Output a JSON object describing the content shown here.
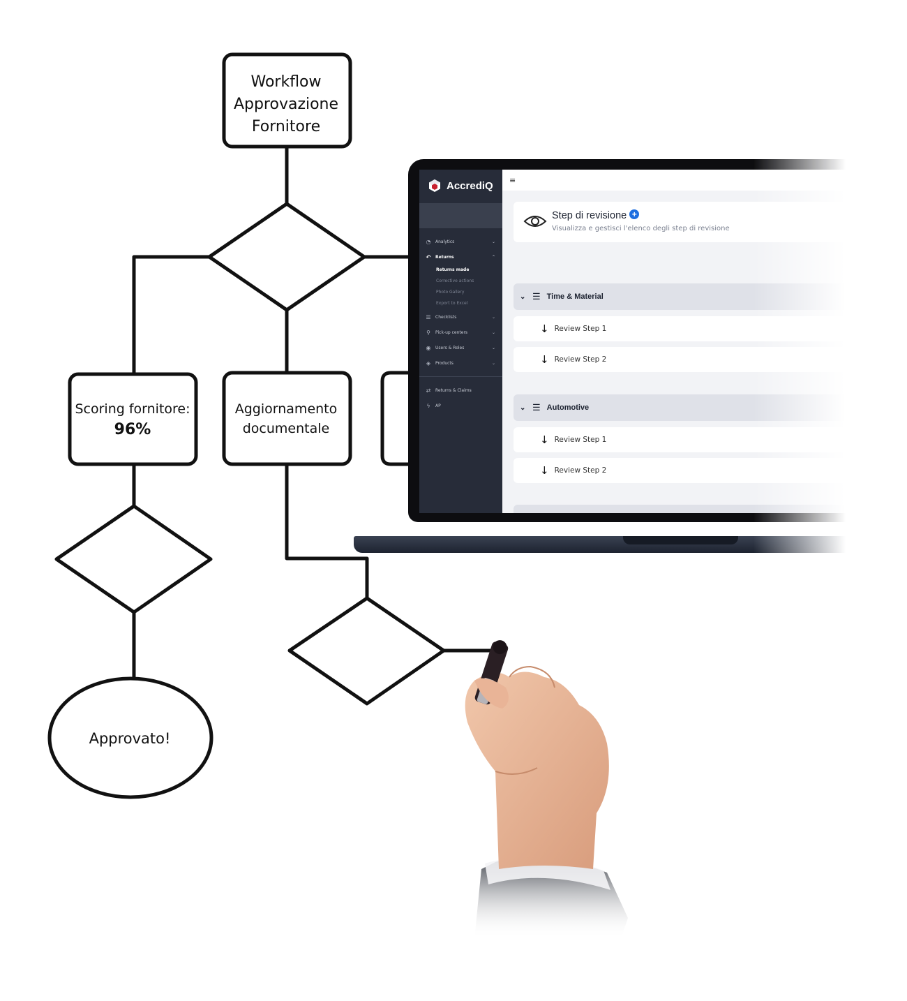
{
  "flowchart": {
    "root": [
      "Workflow",
      "Approvazione",
      "Fornitore"
    ],
    "scoring_label": "Scoring fornitore:",
    "scoring_value": "96%",
    "doc_update": [
      "Aggiornamento",
      "documentale"
    ],
    "approved": "Approvato!"
  },
  "app": {
    "brand": "AccrediQ",
    "topbar_icon": "≡",
    "sidebar": {
      "items": [
        {
          "label": "Analytics",
          "icon": "pie-chart-icon",
          "glyph": "◔",
          "chevron": "⌄"
        },
        {
          "label": "Returns",
          "icon": "undo-icon",
          "glyph": "↶",
          "chevron": "⌃"
        },
        {
          "label": "Checklists",
          "icon": "list-icon",
          "glyph": "☰",
          "chevron": "⌄"
        },
        {
          "label": "Pick-up centers",
          "icon": "pin-icon",
          "glyph": "⚲",
          "chevron": "⌄"
        },
        {
          "label": "Users & Roles",
          "icon": "user-icon",
          "glyph": "◉",
          "chevron": "⌄"
        },
        {
          "label": "Products",
          "icon": "box-icon",
          "glyph": "◈",
          "chevron": "⌄"
        },
        {
          "label": "Returns & Claims",
          "icon": "swap-icon",
          "glyph": "⇄"
        },
        {
          "label": "AP",
          "icon": "bolt-icon",
          "glyph": "ϟ"
        }
      ],
      "returns_sub": [
        "Returns made",
        "Corrective actions",
        "Photo Gallery",
        "Export to Excel"
      ]
    },
    "page": {
      "title": "Step di revisione",
      "subtitle": "Visualizza e gestisci l'elenco degli step di revisione",
      "add_icon": "+"
    },
    "groups": [
      {
        "name": "Time & Material",
        "steps": [
          "Review Step 1",
          "Review Step 2"
        ]
      },
      {
        "name": "Automotive",
        "steps": [
          "Review Step 1",
          "Review Step 2"
        ]
      }
    ]
  },
  "colors": {
    "sidebar_bg": "#272c39",
    "accent_blue": "#1e6fe0",
    "group_header": "#dfe1e8",
    "logo_red": "#c8202f"
  }
}
